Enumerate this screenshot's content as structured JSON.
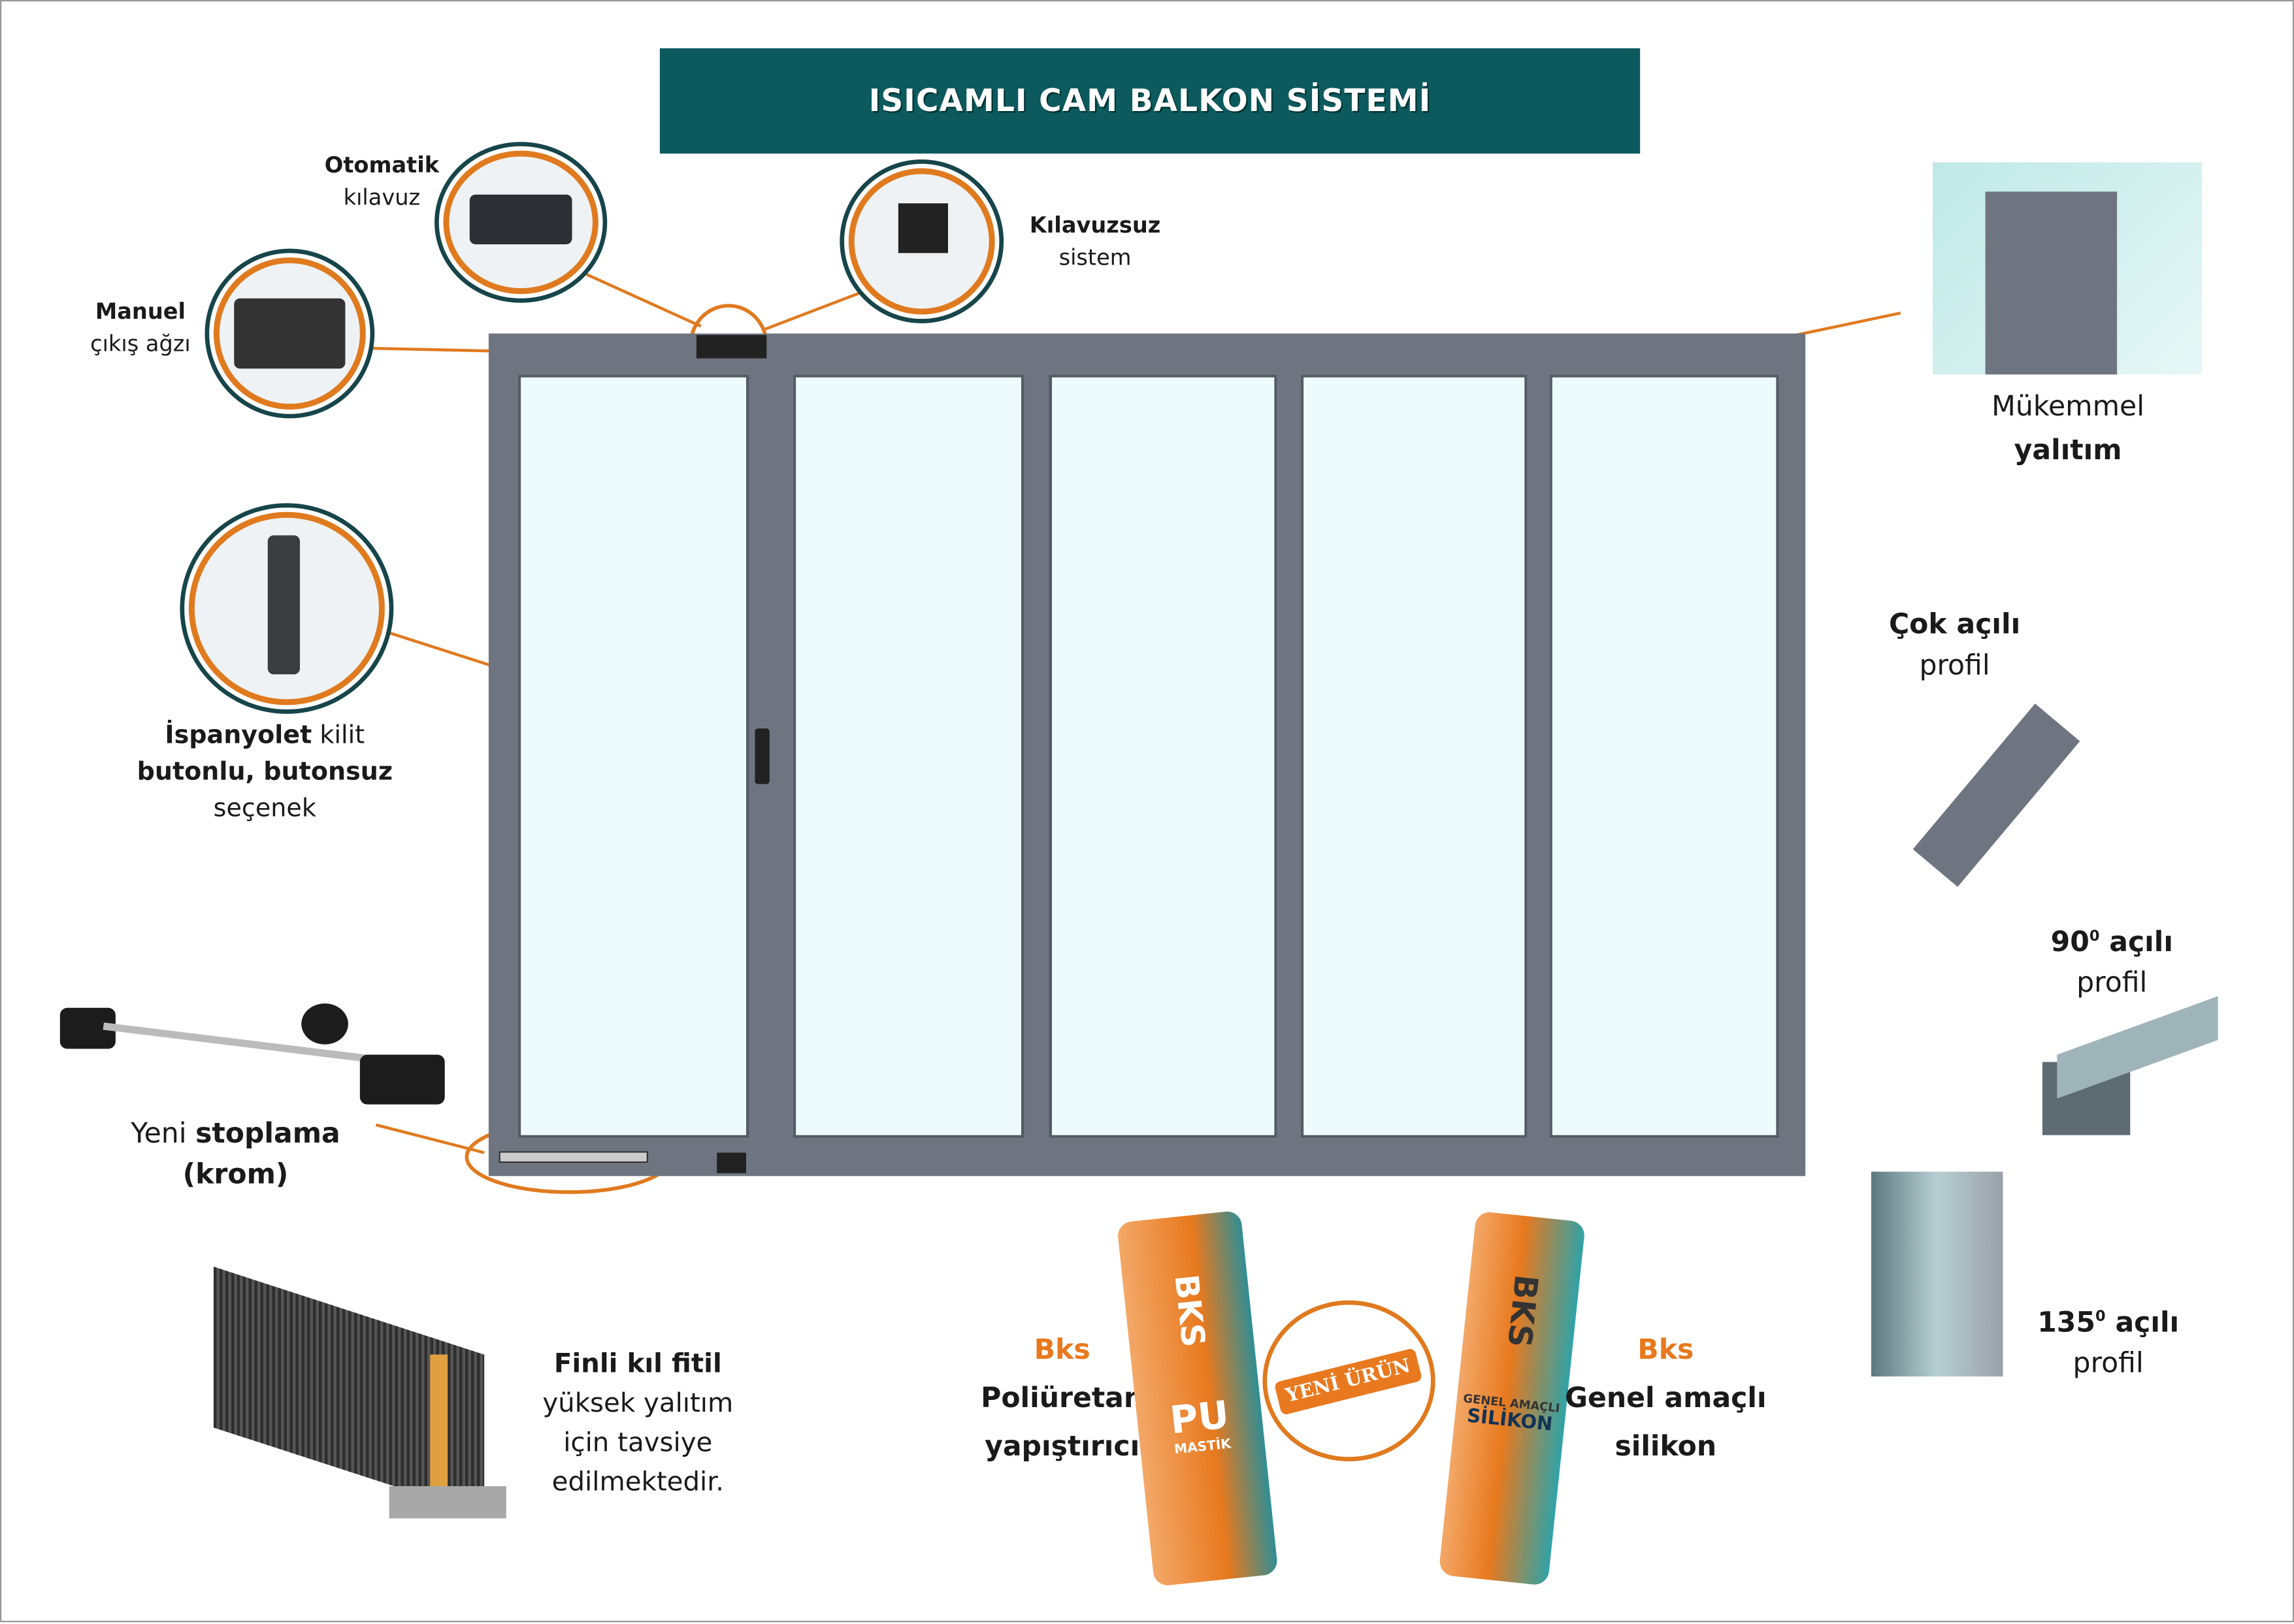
{
  "title": "ISICAMLI CAM BALKON SİSTEMİ",
  "callouts": {
    "otomatik": {
      "bold": "Otomatik",
      "rest": "kılavuz"
    },
    "manuel": {
      "bold": "Manuel",
      "rest": "çıkış ağzı"
    },
    "kilavuzsuz": {
      "bold": "Kılavuzsuz",
      "rest": "sistem"
    },
    "yalitim": {
      "line1": "Mükemmel",
      "bold": "yalıtım"
    },
    "ispanyolet": {
      "bold1": "İspanyolet",
      "rest1": " kilit",
      "bold2": "butonlu, butonsuz",
      "rest2": "seçenek"
    },
    "stoplama": {
      "rest": "Yeni ",
      "bold": "stoplama",
      "bold2": "(krom)"
    },
    "cok_acili": {
      "bold": "Çok açılı",
      "rest": "profil"
    },
    "aci90": {
      "bold": "90",
      "sup": "0",
      "bold2": " açılı",
      "rest": "profil"
    },
    "aci135": {
      "bold": "135",
      "sup": "0",
      "bold2": " açılı",
      "rest": "profil"
    },
    "fitil": {
      "bold": "Finli kıl fitil",
      "l2": "yüksek yalıtım",
      "l3": "için tavsiye",
      "l4": "edilmektedir."
    }
  },
  "products": {
    "pu": {
      "brand": "Bks",
      "line1": "Poliüretan",
      "line2": "yapıştırıcı",
      "tube_logo": "BKS",
      "tube_label": "PU",
      "tube_sub": "MASTİK"
    },
    "silikon": {
      "brand": "Bks",
      "line1": "Genel amaçlı",
      "line2": "silikon",
      "tube_logo": "BKS",
      "tube_label": "SİLİKON",
      "tube_sub": "GENEL AMAÇLI"
    },
    "badge": "YENİ ÜRÜN"
  },
  "colors": {
    "teal": "#0c5a5e",
    "orange": "#e07a1f",
    "profile": "#6f7580",
    "glass": "#eefbfd"
  }
}
